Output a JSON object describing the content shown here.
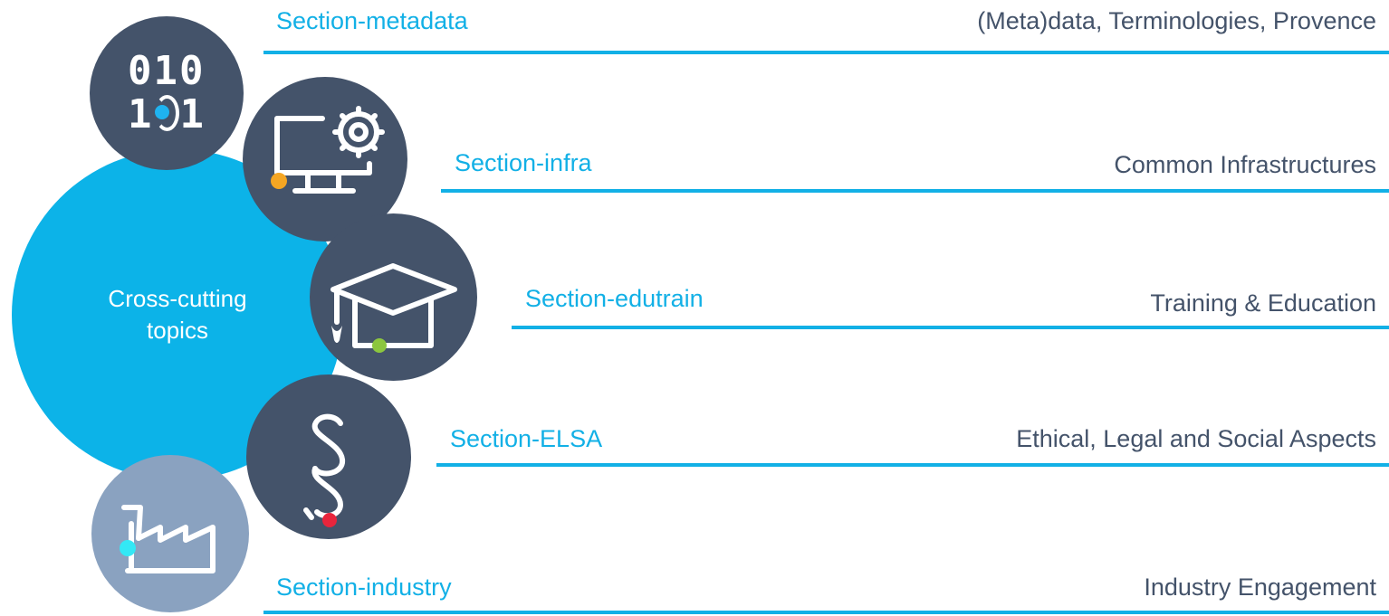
{
  "center": {
    "line1": "Cross-cutting",
    "line2": "topics"
  },
  "colors": {
    "accent": "#12b0e6",
    "dark_circle": "#44536a",
    "light_circle": "#8aa2c0"
  },
  "sections": [
    {
      "name": "Section-metadata",
      "description": "(Meta)data, Terminologies, Provence",
      "icon": "binary-icon",
      "dot_color": "#1fb3f0"
    },
    {
      "name": "Section-infra",
      "description": "Common Infrastructures",
      "icon": "computer-gear-icon",
      "dot_color": "#f5a623"
    },
    {
      "name": "Section-edutrain",
      "description": "Training & Education",
      "icon": "graduation-cap-icon",
      "dot_color": "#8cc63f"
    },
    {
      "name": "Section-ELSA",
      "description": "Ethical, Legal and Social Aspects",
      "icon": "paragraph-icon",
      "dot_color": "#e8253c"
    },
    {
      "name": "Section-industry",
      "description": "Industry Engagement",
      "icon": "factory-icon",
      "dot_color": "#33e8f5"
    }
  ],
  "binary_glyph": {
    "line1": "010",
    "line2": "1",
    "line2_end": "1"
  }
}
